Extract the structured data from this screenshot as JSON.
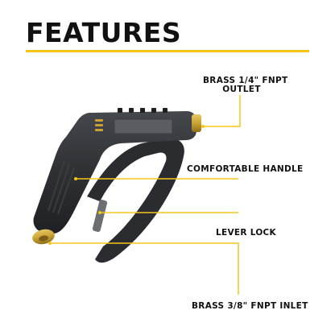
{
  "title": "FEATURES",
  "colors": {
    "accent": "#f5c518",
    "text": "#111111",
    "gun_body": "#2b2d30",
    "brass": "#c9a233"
  },
  "callouts": {
    "outlet_line1": "BRASS 1/4\" FNPT",
    "outlet_line2": "OUTLET",
    "handle": "COMFORTABLE HANDLE",
    "lever_lock": "LEVER LOCK",
    "inlet": "BRASS 3/8\" FNPT INLET"
  },
  "product_image": {
    "name": "pressure-washer-spray-gun"
  }
}
